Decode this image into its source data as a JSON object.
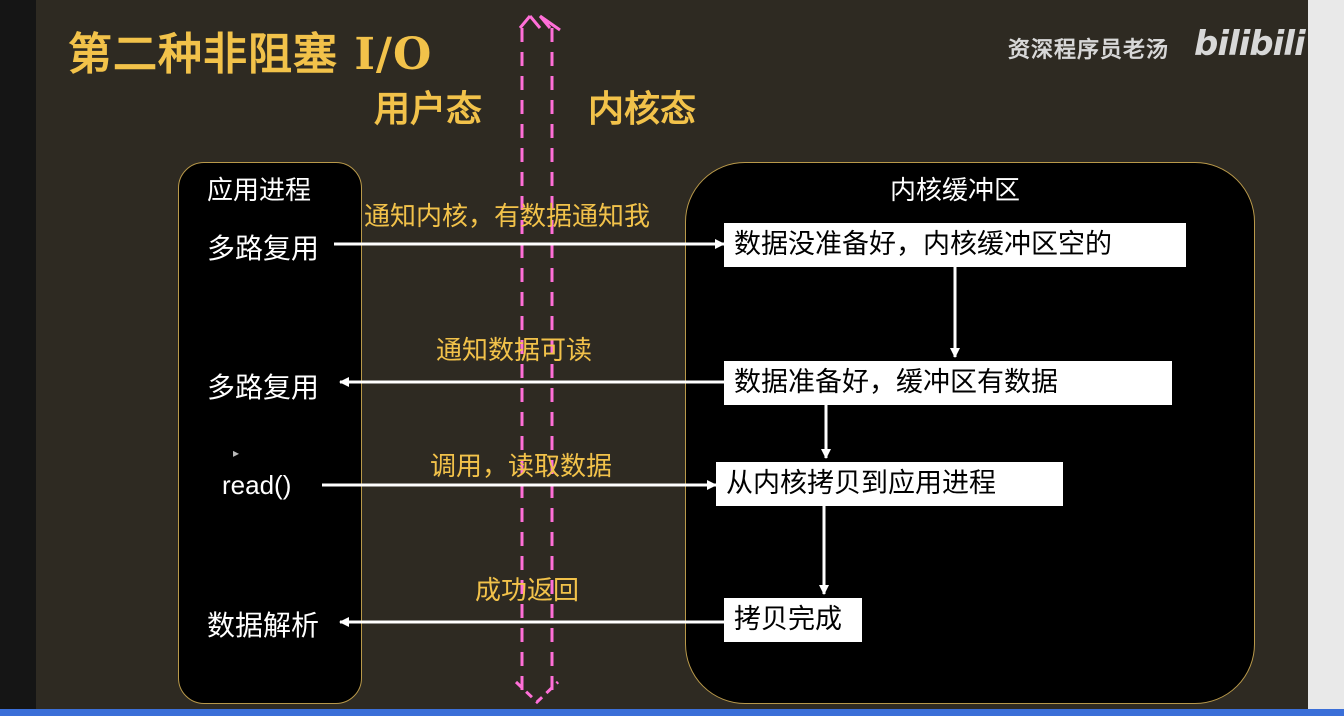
{
  "title": "第二种非阻塞 I/O",
  "zones": {
    "user": "用户态",
    "kernel": "内核态"
  },
  "brand": {
    "text": "资深程序员老汤",
    "logo": "bilibili"
  },
  "app_panel": {
    "title": "应用进程",
    "steps": [
      "多路复用",
      "多路复用",
      "read()",
      "数据解析"
    ]
  },
  "kernel_panel": {
    "title": "内核缓冲区",
    "states": [
      "数据没准备好，内核缓冲区空的",
      "数据准备好，缓冲区有数据",
      "从内核拷贝到应用进程",
      "拷贝完成"
    ]
  },
  "messages": [
    "通知内核，有数据通知我",
    "通知数据可读",
    "调用，读取数据",
    "成功返回"
  ],
  "colors": {
    "accent": "#f2c24a",
    "boundary": "#ff6fd8",
    "panel_border": "#b9994a",
    "slide_bg": "#2e2a22"
  }
}
